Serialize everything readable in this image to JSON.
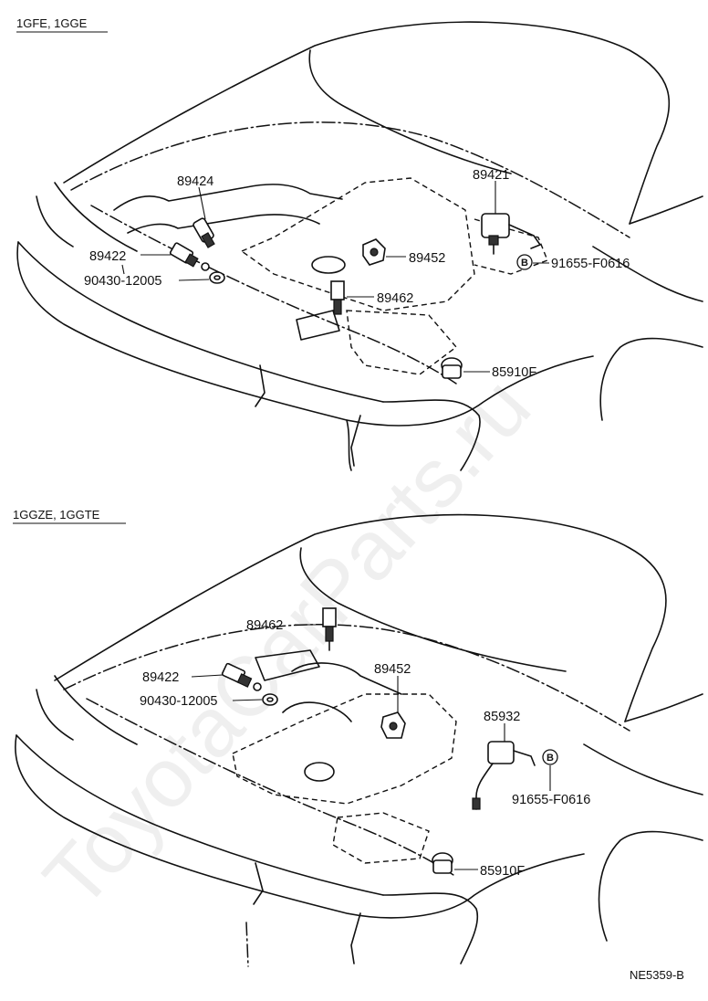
{
  "watermark": "ToyotaCarParts.ru",
  "sections": [
    {
      "title": "1GFE, 1GGE",
      "labels": {
        "p89424": "89424",
        "p89421": "89421",
        "p89422": "89422",
        "p90430": "90430-12005",
        "p89452": "89452",
        "p91655": "91655-F0616",
        "p89462": "89462",
        "p85910": "85910F"
      },
      "marker": "B"
    },
    {
      "title": "1GGZE, 1GGTE",
      "labels": {
        "p89462": "89462",
        "p89452": "89452",
        "p89422": "89422",
        "p90430": "90430-12005",
        "p85932": "85932",
        "p91655": "91655-F0616",
        "p85910": "85910F"
      },
      "marker": "B"
    }
  ],
  "figure_code": "NE5359-B"
}
